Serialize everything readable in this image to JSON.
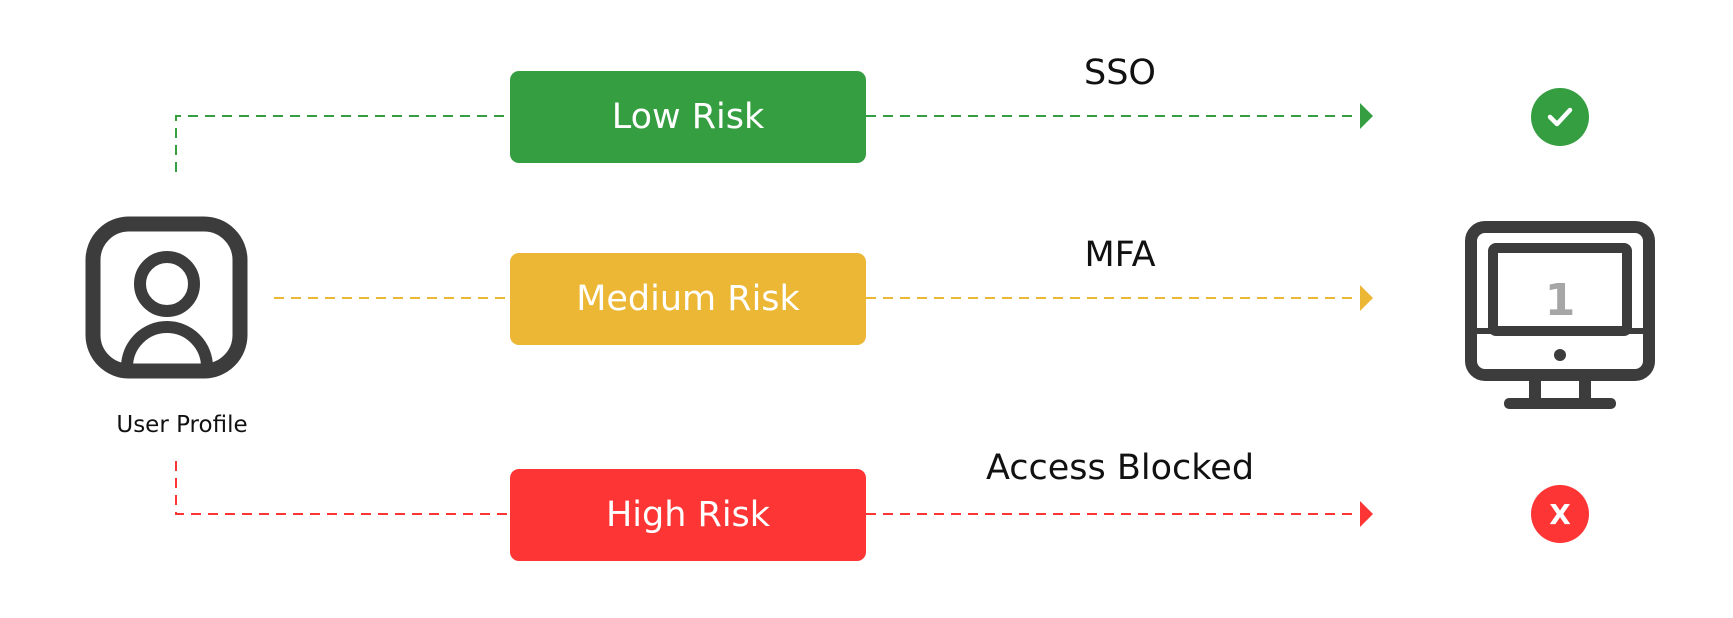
{
  "user": {
    "caption": "User Profile",
    "icon": "user-profile-icon"
  },
  "tiers": [
    {
      "label": "Low Risk",
      "method": "SSO",
      "color": "#359E41",
      "result": "check-icon"
    },
    {
      "label": "Medium Risk",
      "method": "MFA",
      "color": "#EBB734",
      "result": "device-icon"
    },
    {
      "label": "High Risk",
      "method": "Access Blocked",
      "color": "#FD3535",
      "result": "x-icon",
      "result_text": "X"
    }
  ],
  "device": {
    "icon": "monitor-icon",
    "screen_text": "1"
  }
}
